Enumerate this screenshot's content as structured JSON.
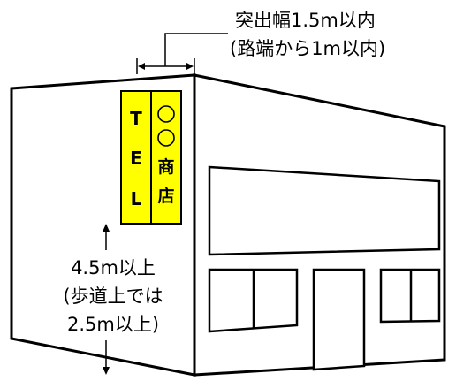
{
  "annotations": {
    "projection_line1": "突出幅1.5m以内",
    "projection_line2": "(路端から1m以内)",
    "height_line1": "4.5m以上",
    "height_line2": "(歩道上では",
    "height_line3": "2.5m以上)"
  },
  "sign": {
    "left_chars": [
      "T",
      "E",
      "L"
    ],
    "right_circles": 2,
    "right_chars": [
      "商",
      "店"
    ],
    "fill_color": "#FFFF00"
  },
  "colors": {
    "stroke": "#000000",
    "background": "#FFFFFF"
  }
}
